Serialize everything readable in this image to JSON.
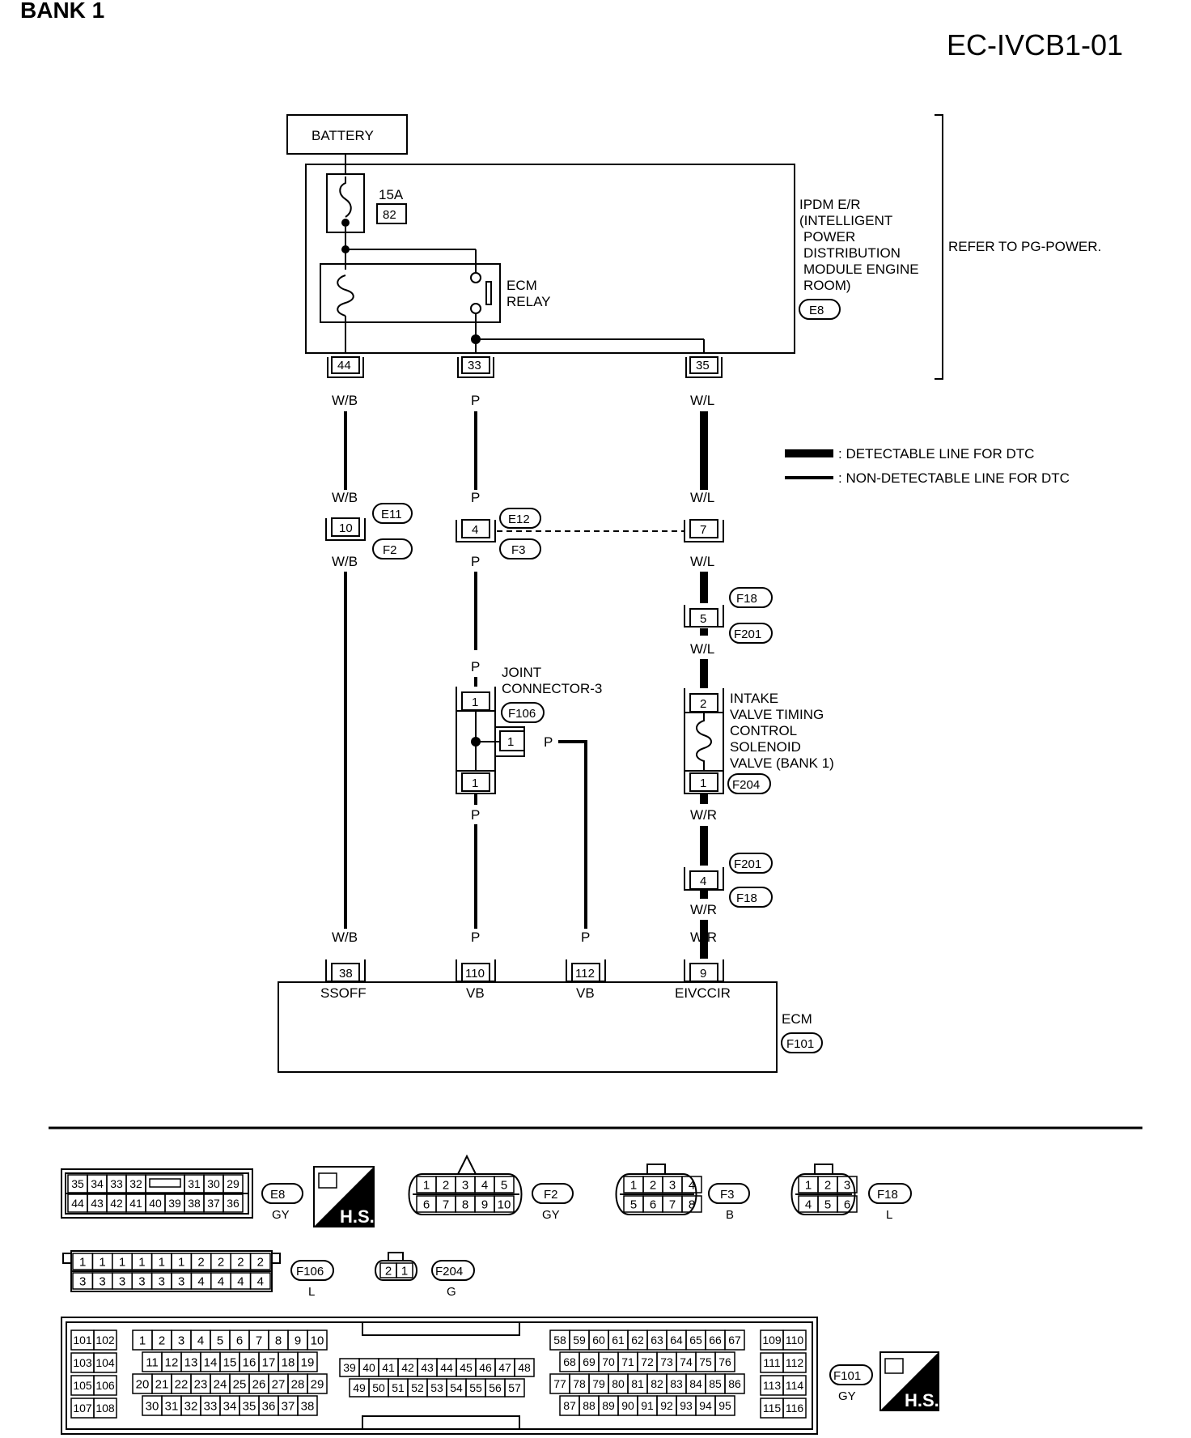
{
  "header": {
    "title": "BANK 1",
    "code": "EC-IVCB1-01"
  },
  "battery": "BATTERY",
  "fuse": {
    "rating": "15A",
    "number": "82"
  },
  "ipdm": {
    "lines": [
      "IPDM E/R",
      "(INTELLIGENT",
      "POWER",
      "DISTRIBUTION",
      "MODULE ENGINE",
      "ROOM)"
    ],
    "connector": "E8",
    "refer": "REFER TO PG-POWER."
  },
  "relay": {
    "line1": "ECM",
    "line2": "RELAY"
  },
  "ipdm_pins": {
    "p44": "44",
    "p33": "33",
    "p35": "35"
  },
  "legend": {
    "detectable": ": DETECTABLE LINE FOR DTC",
    "non_detectable": ": NON-DETECTABLE LINE FOR DTC"
  },
  "wires": {
    "wb": "W/B",
    "p": "P",
    "wl": "W/L",
    "wr": "W/R"
  },
  "joints": {
    "j1_pin": "10",
    "j1_top": "E11",
    "j1_bot": "F2",
    "j2_pin": "4",
    "j2_top": "E12",
    "j2_bot": "F3",
    "j3_pin": "7",
    "j4_pin": "5",
    "j4_top": "F18",
    "j4_bot": "F201",
    "j5_pin": "4",
    "j5_top": "F201",
    "j5_bot": "F18"
  },
  "joint_connector": {
    "line1": "JOINT",
    "line2": "CONNECTOR-3",
    "id": "F106",
    "pin": "1"
  },
  "solenoid": {
    "lines": [
      "INTAKE",
      "VALVE TIMING",
      "CONTROL",
      "SOLENOID",
      "VALVE (BANK 1)"
    ],
    "id": "F204",
    "pin_top": "2",
    "pin_bot": "1"
  },
  "ecm": {
    "label": "ECM",
    "id": "F101",
    "pins": [
      {
        "num": "38",
        "name": "SSOFF"
      },
      {
        "num": "110",
        "name": "VB"
      },
      {
        "num": "112",
        "name": "VB"
      },
      {
        "num": "9",
        "name": "EIVCCIR"
      }
    ]
  },
  "connector_views": {
    "e8": {
      "id": "E8",
      "color": "GY",
      "row1": [
        "35",
        "34",
        "33",
        "32",
        "",
        "31",
        "30",
        "29"
      ],
      "row2": [
        "44",
        "43",
        "42",
        "41",
        "40",
        "39",
        "38",
        "37",
        "36"
      ]
    },
    "hs": "H.S.",
    "f2": {
      "id": "F2",
      "color": "GY",
      "row1": [
        "1",
        "2",
        "3",
        "4",
        "5"
      ],
      "row2": [
        "6",
        "7",
        "8",
        "9",
        "10"
      ]
    },
    "f3": {
      "id": "F3",
      "color": "B",
      "row1": [
        "1",
        "2",
        "3",
        "4"
      ],
      "row2": [
        "5",
        "6",
        "7",
        "8"
      ]
    },
    "f18": {
      "id": "F18",
      "color": "L",
      "row1": [
        "1",
        "2",
        "3"
      ],
      "row2": [
        "4",
        "5",
        "6"
      ]
    },
    "f106": {
      "id": "F106",
      "color": "L",
      "row1": [
        "1",
        "1",
        "1",
        "1",
        "1",
        "1",
        "2",
        "2",
        "2",
        "2"
      ],
      "row2": [
        "3",
        "3",
        "3",
        "3",
        "3",
        "3",
        "4",
        "4",
        "4",
        "4"
      ]
    },
    "f204": {
      "id": "F204",
      "color": "G",
      "row1": [
        "2",
        "1"
      ]
    },
    "f101": {
      "id": "F101",
      "color": "GY",
      "a": [
        [
          "101",
          "102"
        ],
        [
          "103",
          "104"
        ],
        [
          "105",
          "106"
        ],
        [
          "107",
          "108"
        ]
      ],
      "b1": [
        "1",
        "2",
        "3",
        "4",
        "5",
        "6",
        "7",
        "8",
        "9",
        "10"
      ],
      "b2": [
        "11",
        "12",
        "13",
        "14",
        "15",
        "16",
        "17",
        "18",
        "19"
      ],
      "b3": [
        "20",
        "21",
        "22",
        "23",
        "24",
        "25",
        "26",
        "27",
        "28",
        "29"
      ],
      "b4": [
        "30",
        "31",
        "32",
        "33",
        "34",
        "35",
        "36",
        "37",
        "38"
      ],
      "c1": [
        "39",
        "40",
        "41",
        "42",
        "43",
        "44",
        "45",
        "46",
        "47",
        "48"
      ],
      "c2": [
        "49",
        "50",
        "51",
        "52",
        "53",
        "54",
        "55",
        "56",
        "57"
      ],
      "d1": [
        "58",
        "59",
        "60",
        "61",
        "62",
        "63",
        "64",
        "65",
        "66",
        "67"
      ],
      "d2": [
        "68",
        "69",
        "70",
        "71",
        "72",
        "73",
        "74",
        "75",
        "76"
      ],
      "d3": [
        "77",
        "78",
        "79",
        "80",
        "81",
        "82",
        "83",
        "84",
        "85",
        "86"
      ],
      "d4": [
        "87",
        "88",
        "89",
        "90",
        "91",
        "92",
        "93",
        "94",
        "95"
      ],
      "e": [
        [
          "109",
          "110"
        ],
        [
          "111",
          "112"
        ],
        [
          "113",
          "114"
        ],
        [
          "115",
          "116"
        ]
      ]
    }
  }
}
